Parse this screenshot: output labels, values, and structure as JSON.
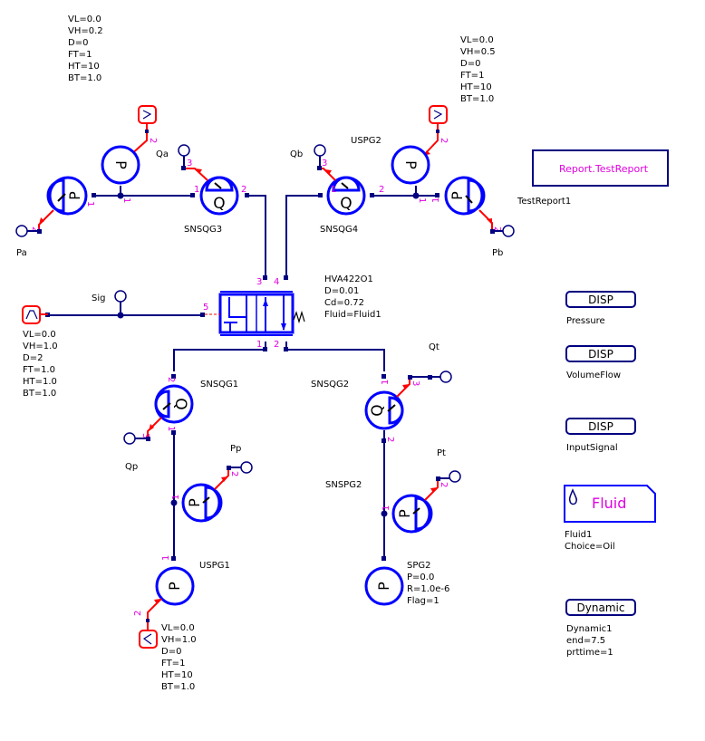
{
  "diagram": {
    "params_top_left": [
      "VL=0.0",
      "VH=0.2",
      "D=0",
      "FT=1",
      "HT=10",
      "BT=1.0"
    ],
    "params_top_right": [
      "VL=0.0",
      "VH=0.5",
      "D=0",
      "FT=1",
      "HT=10",
      "BT=1.0"
    ],
    "params_sig": [
      "VL=0.0",
      "VH=1.0",
      "D=2",
      "FT=1.0",
      "HT=1.0",
      "BT=1.0"
    ],
    "params_uspg1": [
      "VL=0.0",
      "VH=1.0",
      "D=0",
      "FT=1",
      "HT=10",
      "BT=1.0"
    ],
    "valve": {
      "name": "HVA422O1",
      "params": [
        "D=0.01",
        "Cd=0.72",
        "Fluid=Fluid1"
      ]
    },
    "spg2": {
      "name": "SPG2",
      "params": [
        "P=0.0",
        "R=1.0e-6",
        "Flag=1"
      ]
    },
    "labels": {
      "qa": "Qa",
      "qb": "Qb",
      "pa": "Pa",
      "pb": "Pb",
      "snsqg3": "SNSQG3",
      "snsqg4": "SNSQG4",
      "uspg2": "USPG2",
      "sig": "Sig",
      "snsqg1": "SNSQG1",
      "snsqg2": "SNSQG2",
      "qt": "Qt",
      "pt": "Pt",
      "qp": "Qp",
      "pp": "Pp",
      "snspg2": "SNSPG2",
      "uspg1": "USPG1"
    },
    "glyphs": {
      "pressure": "P",
      "flow": "Q"
    },
    "pins": {
      "p1": "1",
      "p2": "2",
      "p3": "3",
      "p4": "4",
      "p5": "5"
    }
  },
  "sidebar": {
    "report": {
      "title": "Report.TestReport",
      "name": "TestReport1"
    },
    "disp": [
      {
        "label": "DISP",
        "name": "Pressure"
      },
      {
        "label": "DISP",
        "name": "VolumeFlow"
      },
      {
        "label": "DISP",
        "name": "InputSignal"
      }
    ],
    "fluid": {
      "label": "Fluid",
      "name": "Fluid1",
      "choice": "Choice=Oil"
    },
    "dynamic": {
      "label": "Dynamic",
      "name": "Dynamic1",
      "params": [
        "end=7.5",
        "prttime=1"
      ]
    }
  },
  "colors": {
    "wire": "#000080",
    "component": "#0000ff",
    "signal": "#ff0000",
    "pin_label": "#e000e0"
  }
}
